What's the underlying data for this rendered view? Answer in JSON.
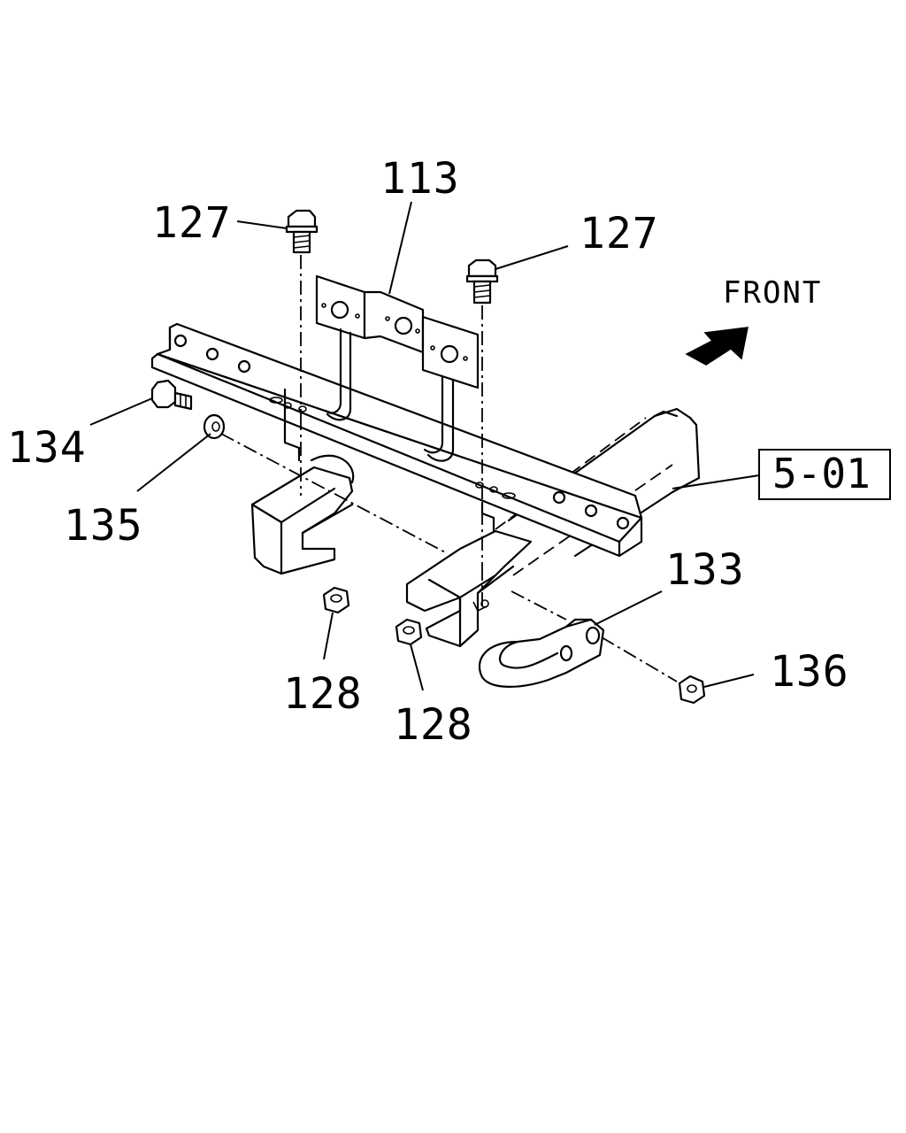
{
  "direction": {
    "label": "FRONT",
    "icon": "arrow-icon"
  },
  "reference": {
    "label": "5-01"
  },
  "parts": {
    "bracket": "113",
    "bolt_left": "127",
    "bolt_right": "127",
    "bolt_side": "134",
    "washer": "135",
    "nut_left": "128",
    "nut_right": "128",
    "tow_hook": "133",
    "hook_nut": "136"
  },
  "colors": {
    "line": "#000000",
    "background": "#ffffff"
  }
}
